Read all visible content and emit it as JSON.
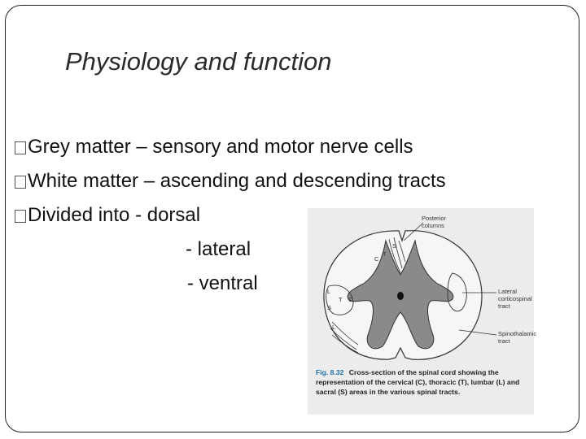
{
  "slide": {
    "title": "Physiology and function",
    "bullets": [
      "Grey matter – sensory and motor nerve cells",
      "White matter – ascending and descending tracts",
      "Divided into  - dorsal"
    ],
    "sub_items": [
      "- lateral",
      "- ventral"
    ]
  },
  "figure": {
    "labels": {
      "posterior": "Posterior\ncolumns",
      "lateral": "Lateral\ncorticospinal\ntract",
      "spinothalamic": "Spinothalamic\ntract"
    },
    "region_letters": [
      "S",
      "T",
      "C",
      "L",
      "T",
      "C",
      "S",
      "L"
    ],
    "caption_number": "Fig. 8.32",
    "caption_text": "Cross-section of the spinal cord showing the representation of the cervical (C), thoracic (T), lumbar (L) and sacral (S) areas in the various spinal tracts."
  },
  "colors": {
    "grey_matter": "#8a8a8a",
    "caption_accent": "#1f6fa8"
  }
}
